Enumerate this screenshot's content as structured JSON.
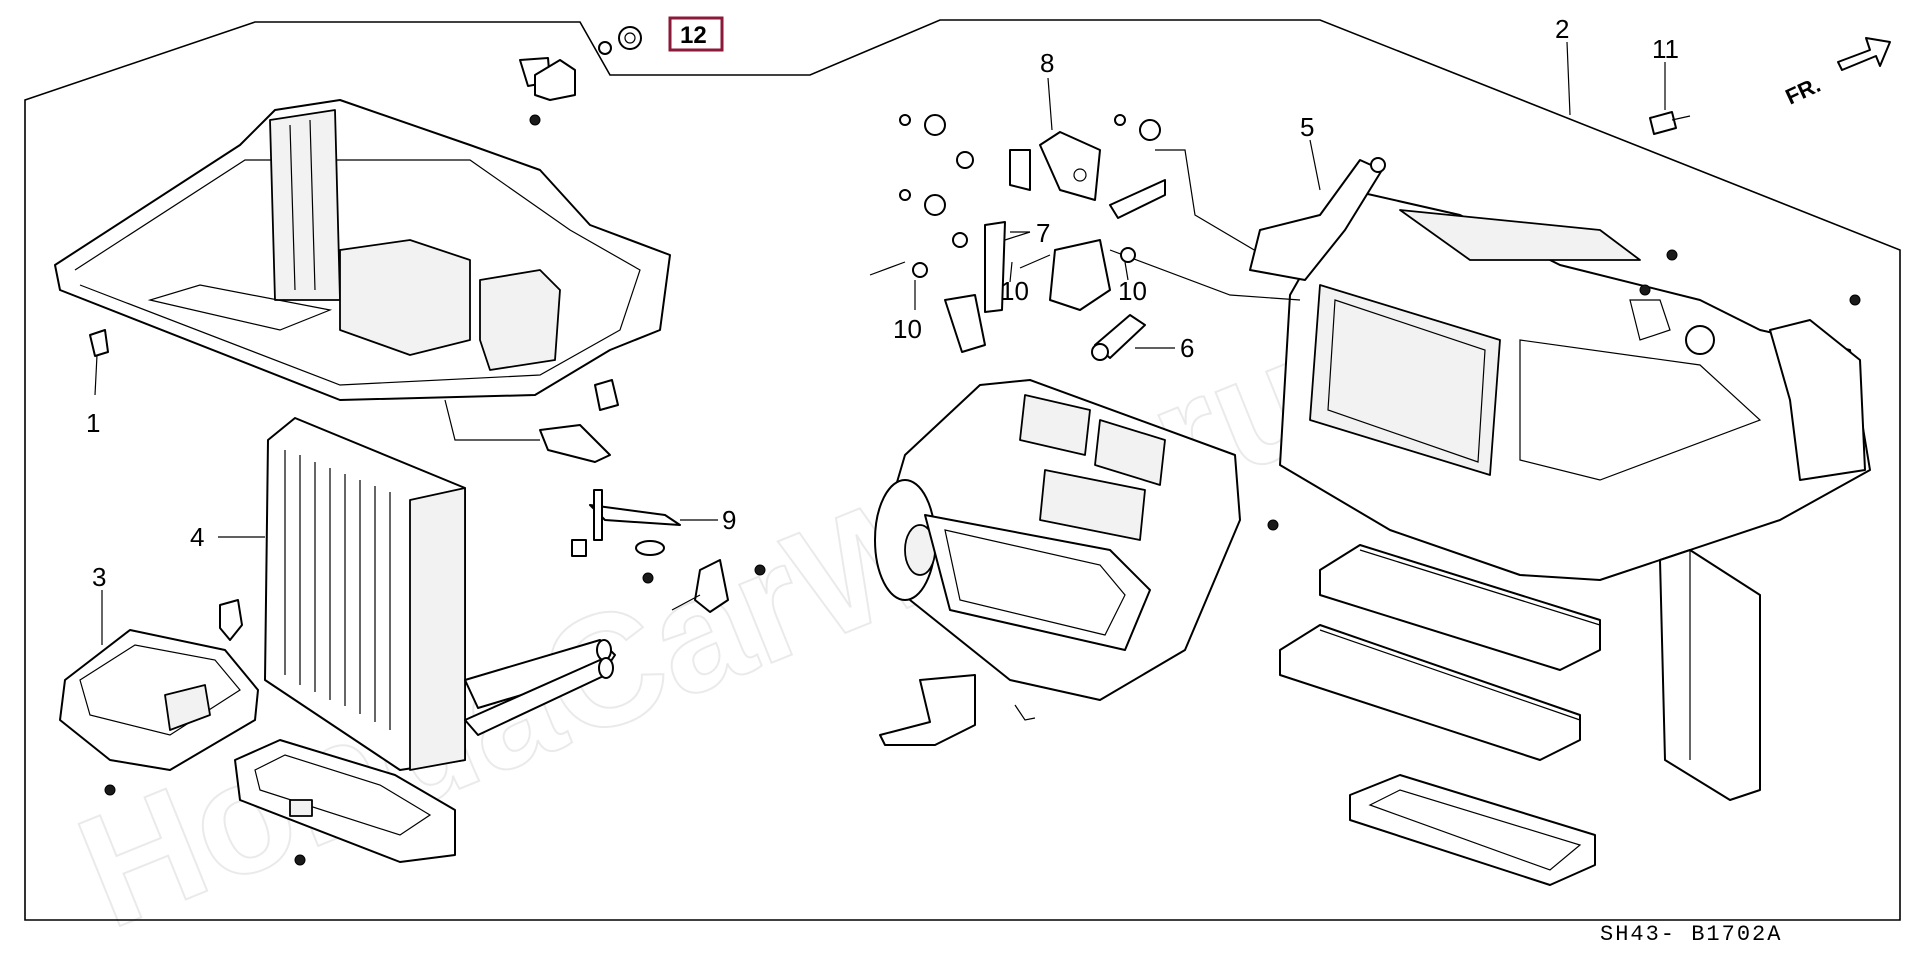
{
  "diagram": {
    "watermark": "HondaCarWire.ru",
    "drawing_code": "SH43- B1702A",
    "front_indicator": "FR.",
    "highlighted_callout": "12",
    "highlight_color": "#8b1a3a",
    "callouts": {
      "c1": "1",
      "c2": "2",
      "c3": "3",
      "c4": "4",
      "c5": "5",
      "c6": "6",
      "c7": "7",
      "c8": "8",
      "c9": "9",
      "c10a": "10",
      "c10b": "10",
      "c10c": "10",
      "c11": "11"
    }
  }
}
